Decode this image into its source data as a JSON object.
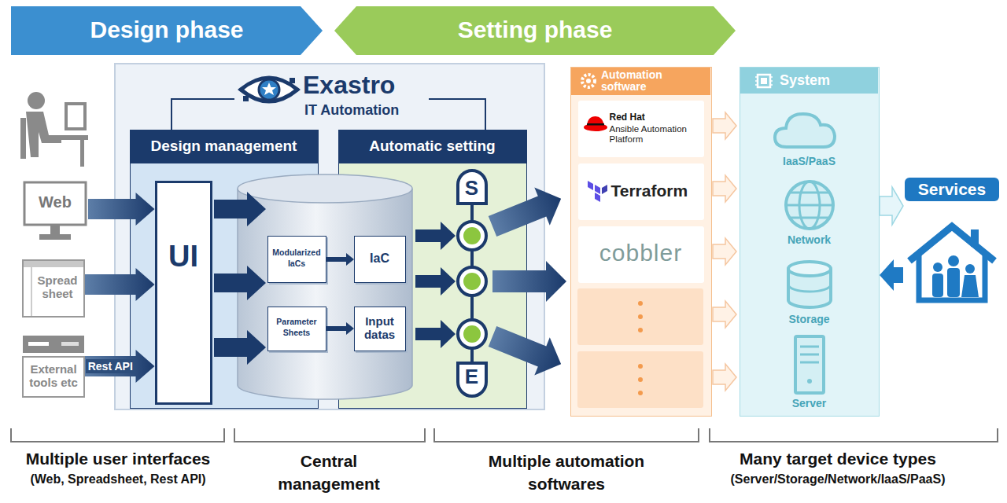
{
  "diagram": {
    "nodes": [
      {
        "text": [
          "Design phase"
        ]
      },
      {
        "text": [
          "Setting phase"
        ]
      },
      {
        "text": [
          "Web"
        ]
      },
      {
        "text": [
          "Spread sheet"
        ]
      },
      {
        "text": [
          "External tools etc"
        ]
      },
      {
        "text": [
          "Exastro",
          "IT Automation"
        ]
      },
      {
        "text": [
          "Design management"
        ],
        "in": 5
      },
      {
        "text": [
          "Automatic setting"
        ],
        "in": 5
      },
      {
        "text": [
          "UI"
        ],
        "in": 6
      },
      {
        "text": [
          "Modularized IaCs"
        ],
        "in": 5
      },
      {
        "text": [
          "IaC"
        ],
        "in": 5
      },
      {
        "text": [
          "Parameter Sheets"
        ],
        "in": 5
      },
      {
        "text": [
          "Input datas"
        ],
        "in": 5
      },
      {
        "text": [
          "S"
        ],
        "in": 7
      },
      {
        "text": [
          "E"
        ],
        "in": 7
      },
      {
        "text": [
          "Automation software"
        ]
      },
      {
        "text": [
          "Red Hat",
          "Ansible Automation Platform"
        ],
        "in": 15
      },
      {
        "text": [
          "Terraform"
        ],
        "in": 15
      },
      {
        "text": [
          "cobbler"
        ],
        "in": 15
      },
      {
        "text": [
          "System"
        ]
      },
      {
        "text": [
          "IaaS/PaaS"
        ],
        "in": 19
      },
      {
        "text": [
          "Network"
        ],
        "in": 19
      },
      {
        "text": [
          "Storage"
        ],
        "in": 19
      },
      {
        "text": [
          "Server"
        ],
        "in": 19
      },
      {
        "text": [
          "Services"
        ]
      }
    ],
    "edges": [
      {
        "from": 2,
        "to": 8,
        "arrow": "to"
      },
      {
        "from": 3,
        "to": 8,
        "arrow": "to"
      },
      {
        "from": 4,
        "to": 8,
        "label": "Rest API",
        "arrow": "to"
      },
      {
        "from": 9,
        "to": 10,
        "arrow": "to"
      },
      {
        "from": 11,
        "to": 12,
        "arrow": "to"
      },
      {
        "from": 19,
        "to": 24,
        "arrow": "to"
      },
      {
        "from": 24,
        "to": 19,
        "arrow": "to"
      }
    ],
    "labels": [
      "Multiple user interfaces",
      "(Web, Spreadsheet, Rest API)",
      "Central management",
      "Multiple automation softwares",
      "Many target device types",
      "(Server/Storage/Network/IaaS/PaaS)"
    ]
  }
}
